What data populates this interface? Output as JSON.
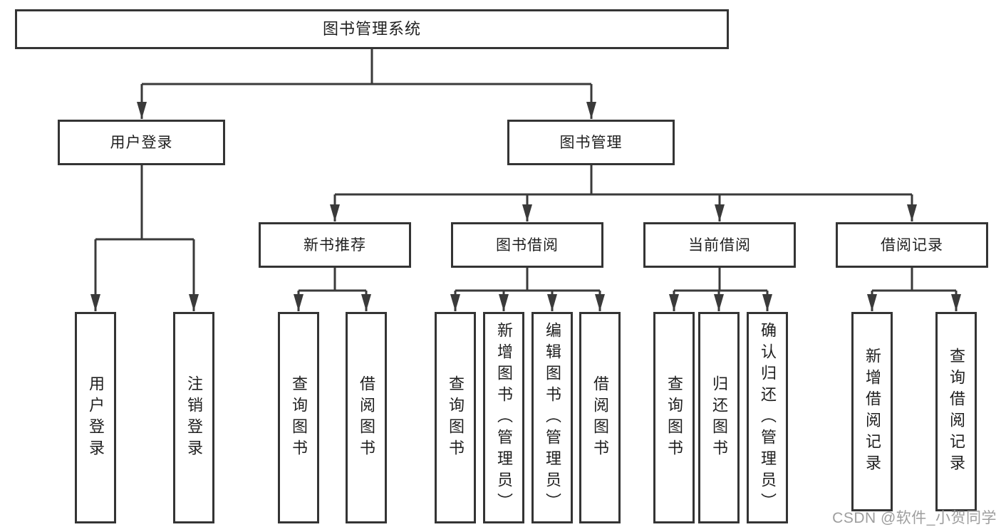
{
  "diagram": {
    "root": {
      "label": "图书管理系统"
    },
    "level2": [
      {
        "label": "用户登录"
      },
      {
        "label": "图书管理"
      }
    ],
    "level3": [
      {
        "label": "新书推荐"
      },
      {
        "label": "图书借阅"
      },
      {
        "label": "当前借阅"
      },
      {
        "label": "借阅记录"
      }
    ],
    "leaves": [
      {
        "label": "用户登录"
      },
      {
        "label": "注销登录"
      },
      {
        "label": "查询图书"
      },
      {
        "label": "借阅图书"
      },
      {
        "label": "查询图书"
      },
      {
        "label": "新增图书（管理员）"
      },
      {
        "label": "编辑图书（管理员）"
      },
      {
        "label": "借阅图书"
      },
      {
        "label": "查询图书"
      },
      {
        "label": "归还图书"
      },
      {
        "label": "确认归还（管理员）"
      },
      {
        "label": "新增借阅记录"
      },
      {
        "label": "查询借阅记录"
      }
    ],
    "watermark": "CSDN @软件_小贺同学",
    "colors": {
      "line": "#3a3a3a",
      "border": "#343434",
      "text": "#1f1f1f",
      "watermark_text": "#9e9e9e",
      "background": "#ffffff"
    }
  }
}
